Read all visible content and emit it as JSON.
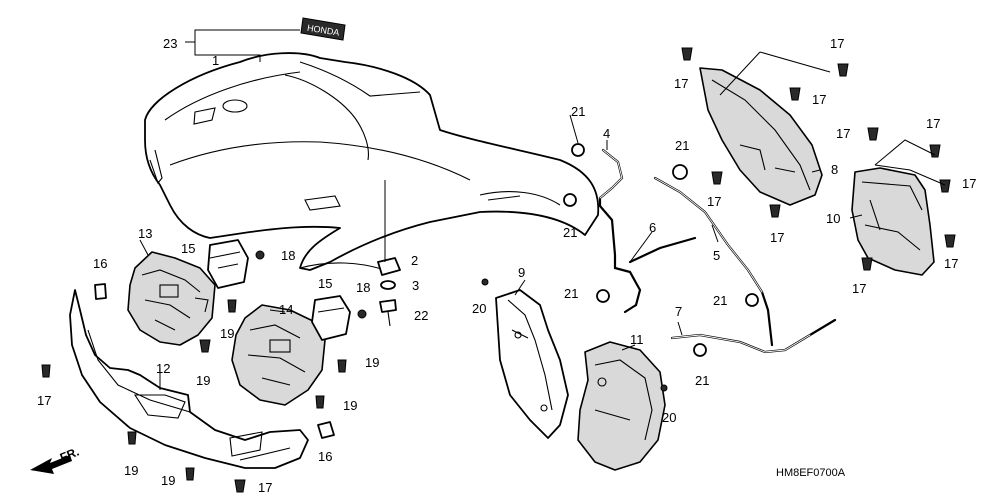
{
  "diagram_code": "HM8EF0700A",
  "front_arrow_label": "FR.",
  "emblem_text": "HONDA",
  "callouts": {
    "c23": "23",
    "c1": "1",
    "c21a": "21",
    "c4": "4",
    "c21b": "21",
    "c21c": "21",
    "c6": "6",
    "c5": "5",
    "c21d": "21",
    "c21e": "21",
    "c7": "7",
    "c21f": "21",
    "c17a": "17",
    "c17b": "17",
    "c17c": "17",
    "c17d": "17",
    "c17e": "17",
    "c17f": "17",
    "c17g": "17",
    "c17h": "17",
    "c17i": "17",
    "c17j": "17",
    "c17k": "17",
    "c17l": "17",
    "c8": "8",
    "c10": "10",
    "c13": "13",
    "c15a": "15",
    "c18a": "18",
    "c2": "2",
    "c3": "3",
    "c16a": "16",
    "c14": "14",
    "c15b": "15",
    "c18b": "18",
    "c22": "22",
    "c19a": "19",
    "c19b": "19",
    "c19c": "19",
    "c19d": "19",
    "c19e": "19",
    "c19f": "19",
    "c12": "12",
    "c16b": "16",
    "c9": "9",
    "c20a": "20",
    "c11": "11",
    "c20b": "20"
  }
}
